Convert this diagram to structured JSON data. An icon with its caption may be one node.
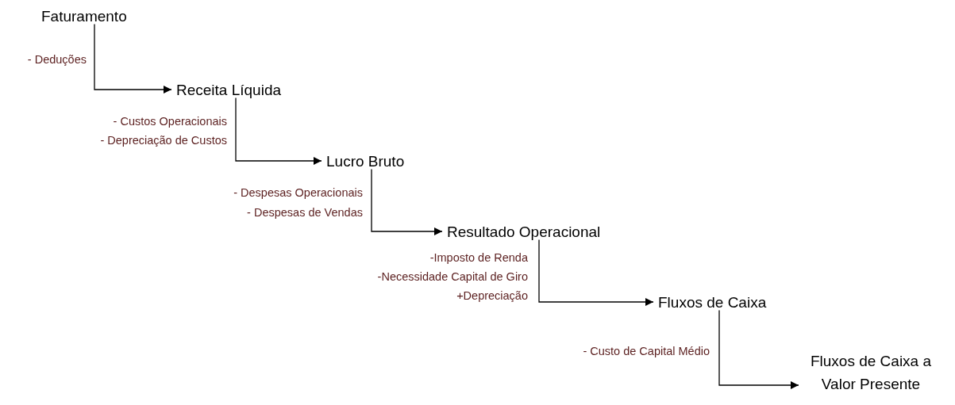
{
  "diagram": {
    "nodes": [
      {
        "text": [
          "Faturamento"
        ]
      },
      {
        "text": [
          "Receita Líquida"
        ]
      },
      {
        "text": [
          "Lucro Bruto"
        ]
      },
      {
        "text": [
          "Resultado Operacional"
        ]
      },
      {
        "text": [
          "Fluxos de Caixa"
        ]
      },
      {
        "text": [
          "Fluxos de Caixa a Valor Presente"
        ]
      }
    ],
    "edges": [
      {
        "from": 0,
        "to": 1,
        "arrow": "to"
      },
      {
        "from": 1,
        "to": 2,
        "arrow": "to"
      },
      {
        "from": 2,
        "to": 3,
        "arrow": "to"
      },
      {
        "from": 3,
        "to": 4,
        "arrow": "to"
      },
      {
        "from": 4,
        "to": 5,
        "arrow": "to"
      }
    ],
    "labels": [
      "- Deduções",
      "- Custos Operacionais",
      "- Depreciação de Custos",
      "- Despesas Operacionais",
      "- Despesas de Vendas",
      "-Imposto de Renda",
      "-Necessidade Capital de Giro",
      "+Depreciação",
      "- Custo de Capital Médio"
    ]
  }
}
